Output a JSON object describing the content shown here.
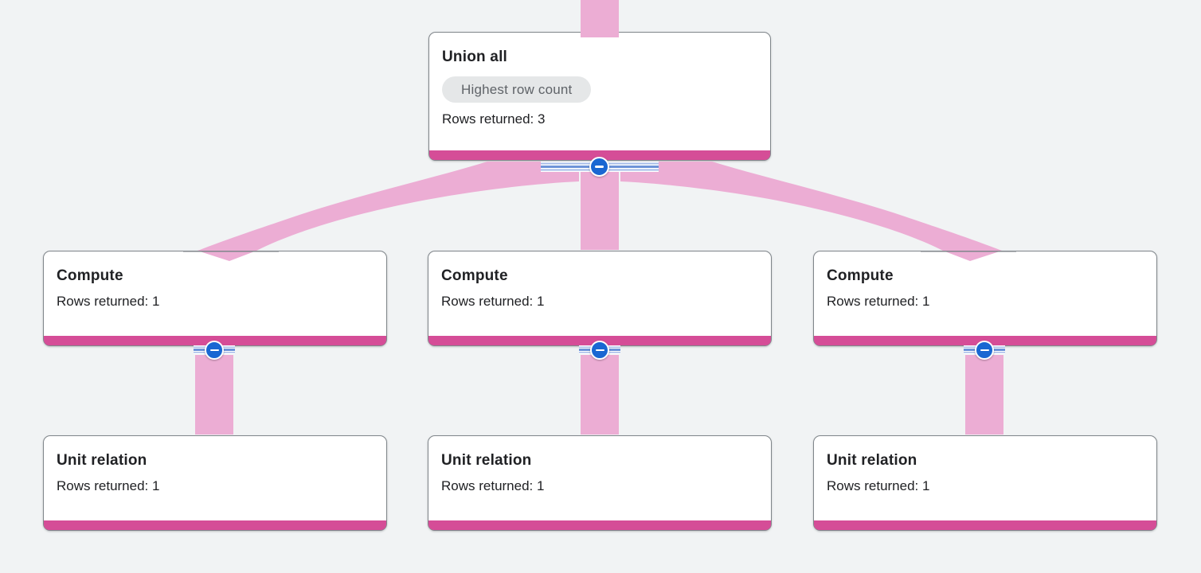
{
  "colors": {
    "background": "#f1f3f4",
    "node_bg": "#ffffff",
    "node_border": "#80868b",
    "accent_bar": "#d54d97",
    "edge_pink": "#ecadd4",
    "button_blue": "#1967d2",
    "stripe_light": "#a5bce8",
    "stripe_dark": "#6d93d8",
    "badge_bg": "#e5e7e8",
    "badge_text": "#5f6368",
    "text": "#202124"
  },
  "graph": {
    "union_all": {
      "title": "Union all",
      "badge": "Highest row count",
      "rows_returned_label": "Rows returned: 3",
      "rows_returned": 3
    },
    "computes": [
      {
        "title": "Compute",
        "rows_returned_label": "Rows returned: 1",
        "rows_returned": 1
      },
      {
        "title": "Compute",
        "rows_returned_label": "Rows returned: 1",
        "rows_returned": 1
      },
      {
        "title": "Compute",
        "rows_returned_label": "Rows returned: 1",
        "rows_returned": 1
      }
    ],
    "unit_relations": [
      {
        "title": "Unit relation",
        "rows_returned_label": "Rows returned: 1",
        "rows_returned": 1
      },
      {
        "title": "Unit relation",
        "rows_returned_label": "Rows returned: 1",
        "rows_returned": 1
      },
      {
        "title": "Unit relation",
        "rows_returned_label": "Rows returned: 1",
        "rows_returned": 1
      }
    ],
    "edges": [
      {
        "between": [
          "union-all",
          "offscreen-top"
        ]
      },
      {
        "between": [
          "union-all",
          "compute-1"
        ]
      },
      {
        "between": [
          "union-all",
          "compute-2"
        ]
      },
      {
        "between": [
          "union-all",
          "compute-3"
        ]
      },
      {
        "between": [
          "compute-1",
          "unit-relation-1"
        ]
      },
      {
        "between": [
          "compute-2",
          "unit-relation-2"
        ]
      },
      {
        "between": [
          "compute-3",
          "unit-relation-3"
        ]
      }
    ]
  },
  "controls": {
    "collapse_buttons": [
      {
        "node": "union-all",
        "icon": "minus"
      },
      {
        "node": "compute-1",
        "icon": "minus"
      },
      {
        "node": "compute-2",
        "icon": "minus"
      },
      {
        "node": "compute-3",
        "icon": "minus"
      }
    ]
  }
}
